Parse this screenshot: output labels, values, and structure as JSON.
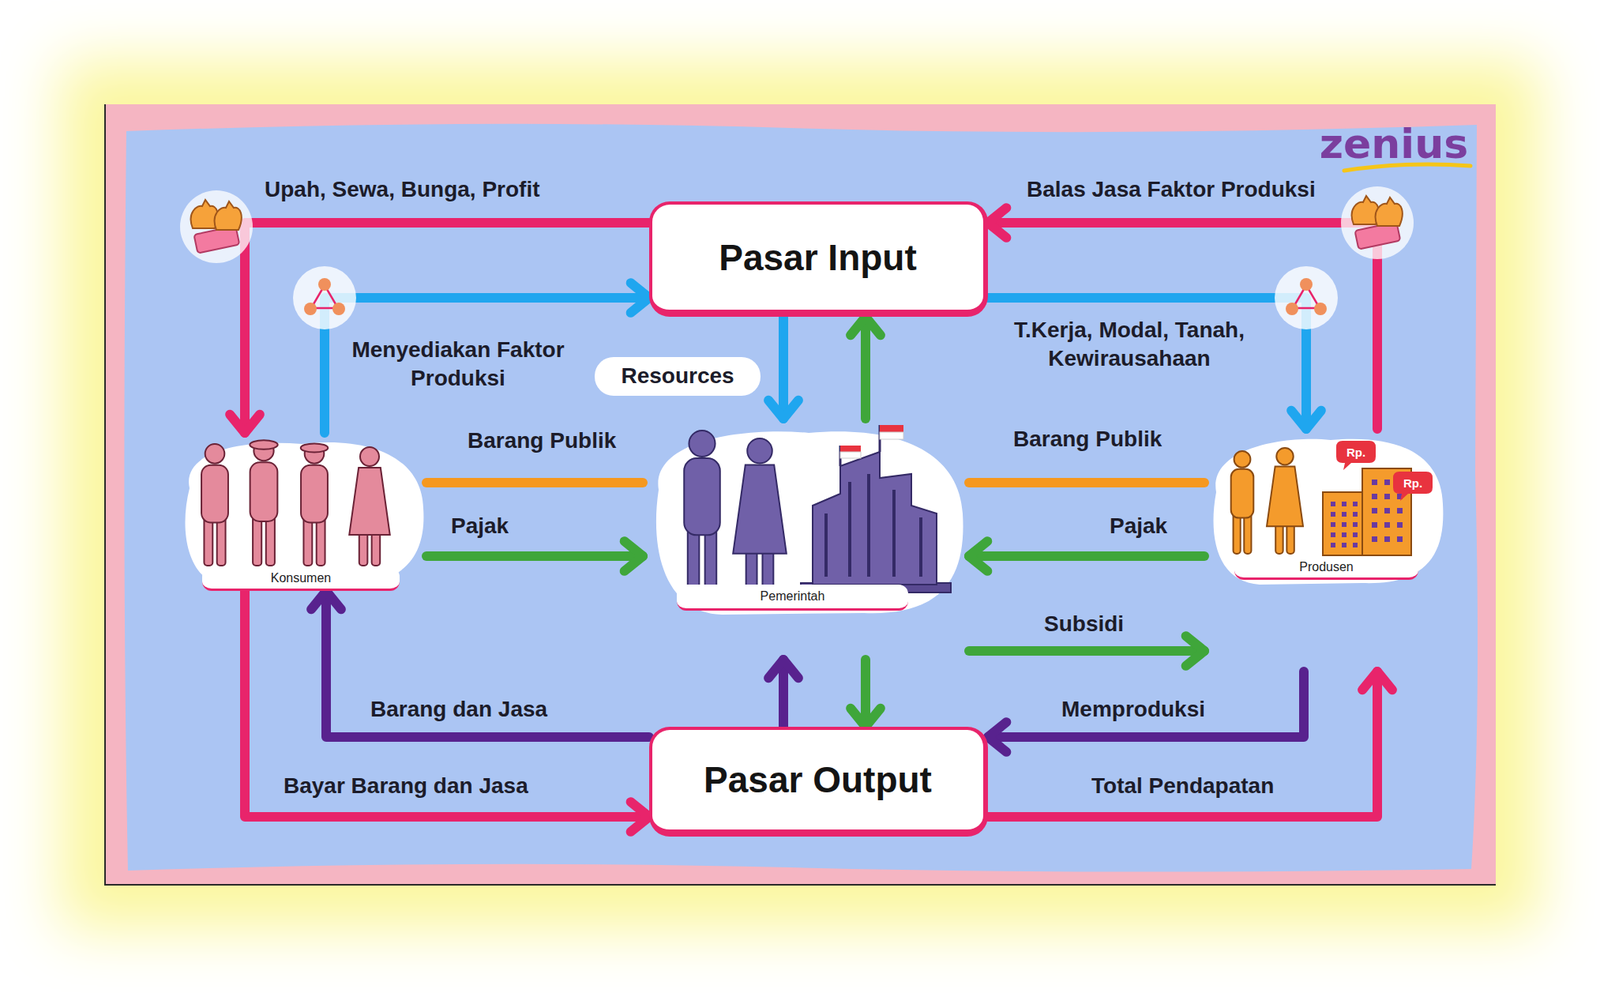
{
  "diagram": {
    "nodes": [
      {
        "text": [
          "Pasar Input"
        ]
      },
      {
        "text": [
          "Konsumen"
        ]
      },
      {
        "text": [
          "Pemerintah"
        ]
      },
      {
        "text": [
          "Produsen"
        ]
      },
      {
        "text": [
          "Pasar Output"
        ]
      }
    ],
    "edges": [
      {
        "from": 0,
        "to": 1,
        "label": "Upah, Sewa, Bunga, Profit",
        "arrow": "to"
      },
      {
        "from": 3,
        "to": 0,
        "label": "Balas Jasa Faktor Produksi",
        "arrow": "to"
      },
      {
        "from": 1,
        "to": 0,
        "label": "Menyediakan Faktor Produksi",
        "arrow": "to"
      },
      {
        "from": 0,
        "to": 3,
        "label": "T.Kerja, Modal, Tanah, Kewirausahaan",
        "arrow": "to"
      },
      {
        "from": 0,
        "to": 2,
        "label": "Resources",
        "arrow": "to"
      },
      {
        "from": 2,
        "to": 0,
        "arrow": "to"
      },
      {
        "from": 2,
        "to": 1,
        "label": "Barang Publik",
        "arrow": "none"
      },
      {
        "from": 2,
        "to": 3,
        "label": "Barang Publik",
        "arrow": "none"
      },
      {
        "from": 1,
        "to": 2,
        "label": "Pajak",
        "arrow": "to"
      },
      {
        "from": 3,
        "to": 2,
        "label": "Pajak",
        "arrow": "to"
      },
      {
        "from": 2,
        "to": 3,
        "label": "Subsidi",
        "arrow": "to"
      },
      {
        "from": 4,
        "to": 2,
        "arrow": "to"
      },
      {
        "from": 2,
        "to": 4,
        "arrow": "to"
      },
      {
        "from": 4,
        "to": 1,
        "label": "Barang dan Jasa",
        "arrow": "to"
      },
      {
        "from": 3,
        "to": 4,
        "label": "Memproduksi",
        "arrow": "to"
      },
      {
        "from": 1,
        "to": 4,
        "label": "Bayar Barang dan Jasa",
        "arrow": "to"
      },
      {
        "from": 4,
        "to": 3,
        "label": "Total Pendapatan",
        "arrow": "to"
      }
    ],
    "labels": [
      "zenius",
      "Rp.",
      "Rp."
    ]
  }
}
